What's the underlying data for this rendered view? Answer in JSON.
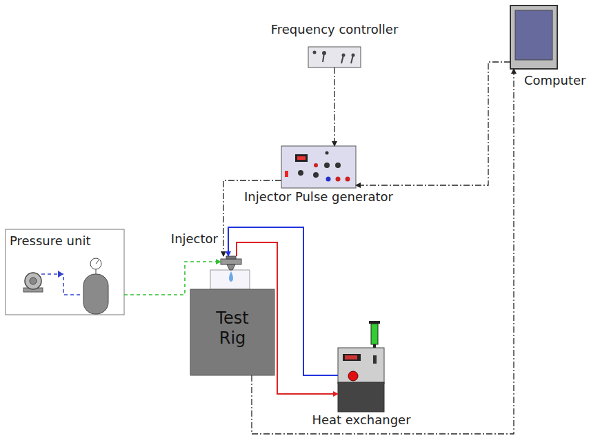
{
  "diagram": {
    "nodes": [
      {
        "text": [
          "Frequency controller"
        ]
      },
      {
        "text": [
          "Computer"
        ]
      },
      {
        "text": [
          "Injector Pulse generator"
        ]
      },
      {
        "text": [
          "Pressure unit"
        ]
      },
      {
        "text": [
          "Injector"
        ]
      },
      {
        "text": [
          "Test Rig"
        ]
      },
      {
        "text": [
          "Heat exchanger"
        ]
      }
    ],
    "edges": [
      {
        "from": 0,
        "to": 2,
        "arrow": "to"
      },
      {
        "from": 1,
        "to": 2,
        "arrow": "to"
      },
      {
        "from": 2,
        "to": 4,
        "arrow": "to"
      },
      {
        "from": 5,
        "to": 1,
        "arrow": "to"
      },
      {
        "from": 3,
        "to": 4,
        "arrow": "to"
      },
      {
        "from": 6,
        "to": 4,
        "arrow": "to"
      },
      {
        "from": 4,
        "to": 6,
        "arrow": "to"
      }
    ]
  }
}
